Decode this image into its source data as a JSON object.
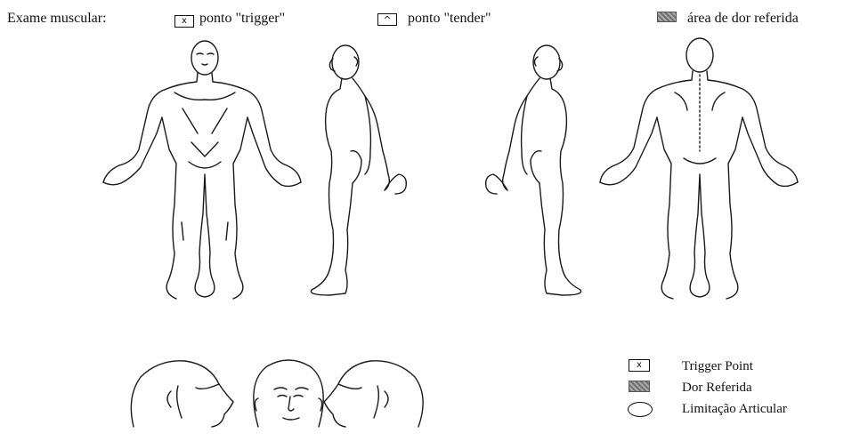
{
  "header": {
    "title": "Exame muscular:",
    "trigger_symbol": "x",
    "trigger_label": "ponto \"trigger\"",
    "tender_symbol": "^",
    "tender_label": "ponto \"tender\"",
    "referred_label": "área de dor referida"
  },
  "legend": {
    "trigger_symbol": "x",
    "trigger_label": "Trigger Point",
    "referred_label": "Dor Referida",
    "limitation_label": "Limitação Articular"
  },
  "colors": {
    "line": "#1a1a1a",
    "shade_dark": "#6f6f6f",
    "shade_light": "#a9a9a9",
    "background": "#ffffff"
  }
}
